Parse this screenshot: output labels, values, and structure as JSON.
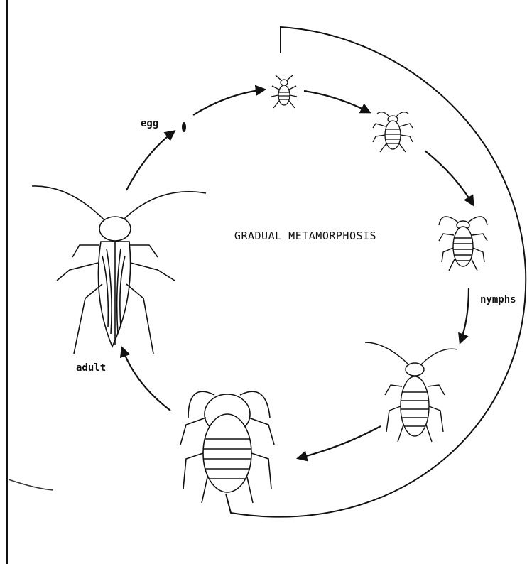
{
  "diagram": {
    "title": "GRADUAL METAMORPHOSIS",
    "labels": {
      "egg": "egg",
      "nymphs": "nymphs",
      "adult": "adult"
    },
    "stages": [
      "egg",
      "nymph",
      "nymph",
      "nymph",
      "nymph",
      "nymph",
      "adult"
    ],
    "colors": {
      "ink": "#111111",
      "paper": "#ffffff"
    }
  }
}
